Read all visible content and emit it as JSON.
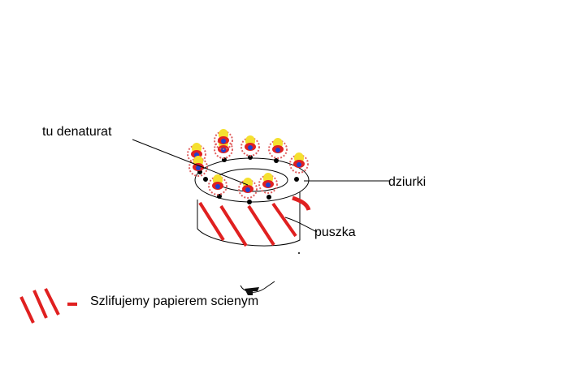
{
  "labels": {
    "fuel": "tu denaturat",
    "holes": "dziurki",
    "can": "puszka",
    "legend": "Szlifujemy papierem scienym"
  },
  "colors": {
    "stripe": "#e02020",
    "outline": "#000000",
    "flame": "#f5e030",
    "flame_core": "#2040d0",
    "flame_fringe": "#e06060",
    "background": "#ffffff"
  },
  "flame_count": 10
}
